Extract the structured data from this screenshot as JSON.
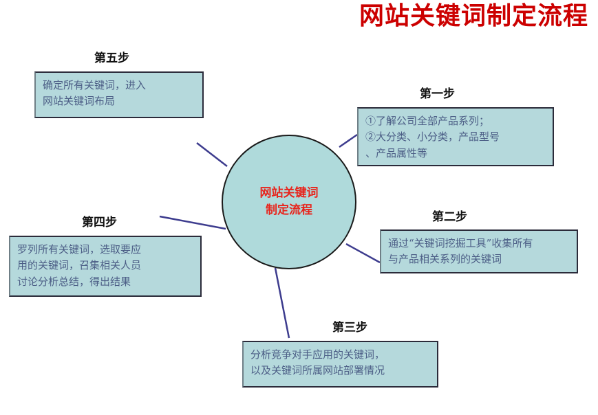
{
  "page": {
    "title": "网站关键词制定流程",
    "title_color": "#CC0000",
    "background_color": "#FFFFFF"
  },
  "hub": {
    "name": "center-node",
    "line1": "网站关键词",
    "line2": "制定流程",
    "fill_color": "#AFDADB",
    "text_color": "#E8241C",
    "border_color": "#1A1A1A"
  },
  "connector": {
    "color": "#3D3C8E",
    "width": 2
  },
  "box_style": {
    "fill_color": "#B5D9DC",
    "text_color": "#4C5E86",
    "border_color": "#2B2B3A"
  },
  "steps": [
    {
      "id": "step-1",
      "heading": "第一步",
      "lines": [
        "①了解公司全部产品系列；",
        "②大分类、小分类，产品型号",
        "、产品属性等"
      ]
    },
    {
      "id": "step-2",
      "heading": "第二步",
      "lines": [
        "通过“关键词挖掘工具”收集所有",
        "与产品相关系列的关键词"
      ]
    },
    {
      "id": "step-3",
      "heading": "第三步",
      "lines": [
        "分析竞争对手应用的关键词，",
        "以及关键词所属网站部署情况"
      ]
    },
    {
      "id": "step-4",
      "heading": "第四步",
      "lines": [
        "罗列所有关键词，选取要应",
        "用的关键词，召集相关人员",
        "讨论分析总结，得出结果"
      ]
    },
    {
      "id": "step-5",
      "heading": "第五步",
      "lines": [
        "确定所有关键词，进入",
        "网站关键词布局"
      ]
    }
  ]
}
